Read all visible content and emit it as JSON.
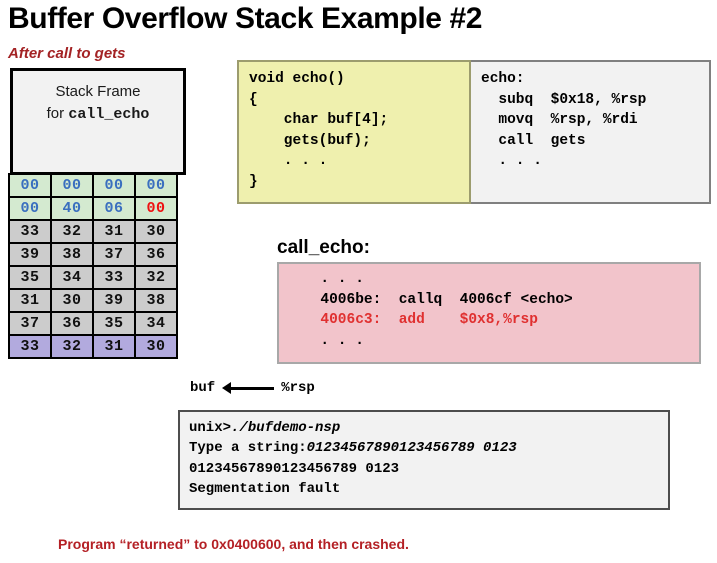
{
  "slide": {
    "title": "Buffer Overflow Stack Example #2",
    "after_call_label": "After call to gets",
    "footer_note": "Program “returned” to 0x0400600, and then crashed."
  },
  "stack": {
    "frame_line1": "Stack Frame",
    "frame_line2_prefix": "for ",
    "frame_line2_mono": "call_echo",
    "rows": [
      {
        "style": "green",
        "cells": [
          {
            "text": "00",
            "color": "blue"
          },
          {
            "text": "00",
            "color": "blue"
          },
          {
            "text": "00",
            "color": "blue"
          },
          {
            "text": "00",
            "color": "blue"
          }
        ]
      },
      {
        "style": "green",
        "cells": [
          {
            "text": "00",
            "color": "blue"
          },
          {
            "text": "40",
            "color": "blue"
          },
          {
            "text": "06",
            "color": "blue"
          },
          {
            "text": "00",
            "color": "red"
          }
        ]
      },
      {
        "style": "gray",
        "cells": [
          {
            "text": "33"
          },
          {
            "text": "32"
          },
          {
            "text": "31"
          },
          {
            "text": "30"
          }
        ]
      },
      {
        "style": "gray",
        "cells": [
          {
            "text": "39"
          },
          {
            "text": "38"
          },
          {
            "text": "37"
          },
          {
            "text": "36"
          }
        ]
      },
      {
        "style": "gray",
        "cells": [
          {
            "text": "35"
          },
          {
            "text": "34"
          },
          {
            "text": "33"
          },
          {
            "text": "32"
          }
        ]
      },
      {
        "style": "gray",
        "cells": [
          {
            "text": "31"
          },
          {
            "text": "30"
          },
          {
            "text": "39"
          },
          {
            "text": "38"
          }
        ]
      },
      {
        "style": "gray",
        "cells": [
          {
            "text": "37"
          },
          {
            "text": "36"
          },
          {
            "text": "35"
          },
          {
            "text": "34"
          }
        ]
      },
      {
        "style": "purple",
        "cells": [
          {
            "text": "33"
          },
          {
            "text": "32"
          },
          {
            "text": "31"
          },
          {
            "text": "30"
          }
        ]
      }
    ],
    "buf_label": "buf",
    "rsp_label": "%rsp"
  },
  "c_code": {
    "lines": [
      "void echo()",
      "{",
      "    char buf[4];",
      "    gets(buf);",
      "    . . .",
      "}"
    ]
  },
  "asm_code": {
    "lines": [
      "echo:",
      "  subq  $0x18, %rsp",
      "  movq  %rsp, %rdi",
      "  call  gets",
      "  . . ."
    ]
  },
  "call_echo": {
    "heading": "call_echo:",
    "lines": [
      {
        "text": "  . . .",
        "color": "black"
      },
      {
        "text": "  4006be:  callq  4006cf <echo>",
        "color": "black"
      },
      {
        "text": "  4006c3:  add    $0x8,%rsp",
        "color": "red"
      },
      {
        "text": "  . . .",
        "color": "black"
      }
    ]
  },
  "terminal": {
    "lines": [
      [
        {
          "text": "unix>",
          "italic": false
        },
        {
          "text": "./bufdemo-nsp",
          "italic": true
        }
      ],
      [
        {
          "text": "Type a string:",
          "italic": false
        },
        {
          "text": "01234567890123456789 0123",
          "italic": true
        }
      ],
      [
        {
          "text": "01234567890123456789 0123",
          "italic": false
        }
      ],
      [
        {
          "text": "Segmentation fault",
          "italic": false
        }
      ]
    ]
  },
  "colors": {
    "title": "#000000",
    "accent_red": "#a32224",
    "byte_blue": "#3a6fbf",
    "byte_red": "#ee1111",
    "green_cell": "#d4ead0",
    "gray_cell": "#cccccc",
    "purple_cell": "#b2aade",
    "yellow_box": "#eff0ae",
    "pink_box": "#f2c4cb",
    "terminal_bg": "#f2f2f2"
  }
}
